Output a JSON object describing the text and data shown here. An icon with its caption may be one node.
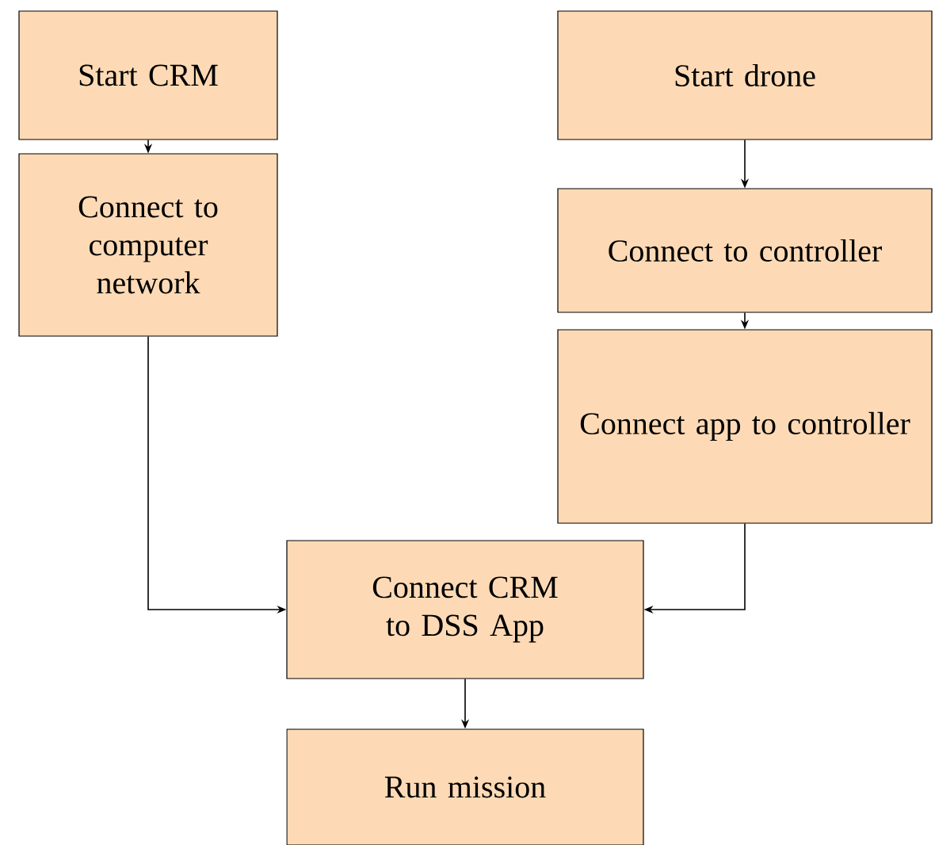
{
  "diagram": {
    "nodes": [
      {
        "text": [
          "Start CRM"
        ]
      },
      {
        "text": [
          "Connect to computer network"
        ]
      },
      {
        "text": [
          "Start drone"
        ]
      },
      {
        "text": [
          "Connect to controller"
        ]
      },
      {
        "text": [
          "Connect app to controller"
        ]
      },
      {
        "text": [
          "Connect CRM to DSS App"
        ]
      },
      {
        "text": [
          "Run mission"
        ]
      }
    ],
    "edges": [
      {
        "from": 0,
        "to": 1,
        "arrow": "to"
      },
      {
        "from": 2,
        "to": 3,
        "arrow": "to"
      },
      {
        "from": 3,
        "to": 4,
        "arrow": "to"
      },
      {
        "from": 1,
        "to": 5,
        "arrow": "to"
      },
      {
        "from": 4,
        "to": 5,
        "arrow": "to"
      },
      {
        "from": 5,
        "to": 6,
        "arrow": "to"
      }
    ]
  }
}
